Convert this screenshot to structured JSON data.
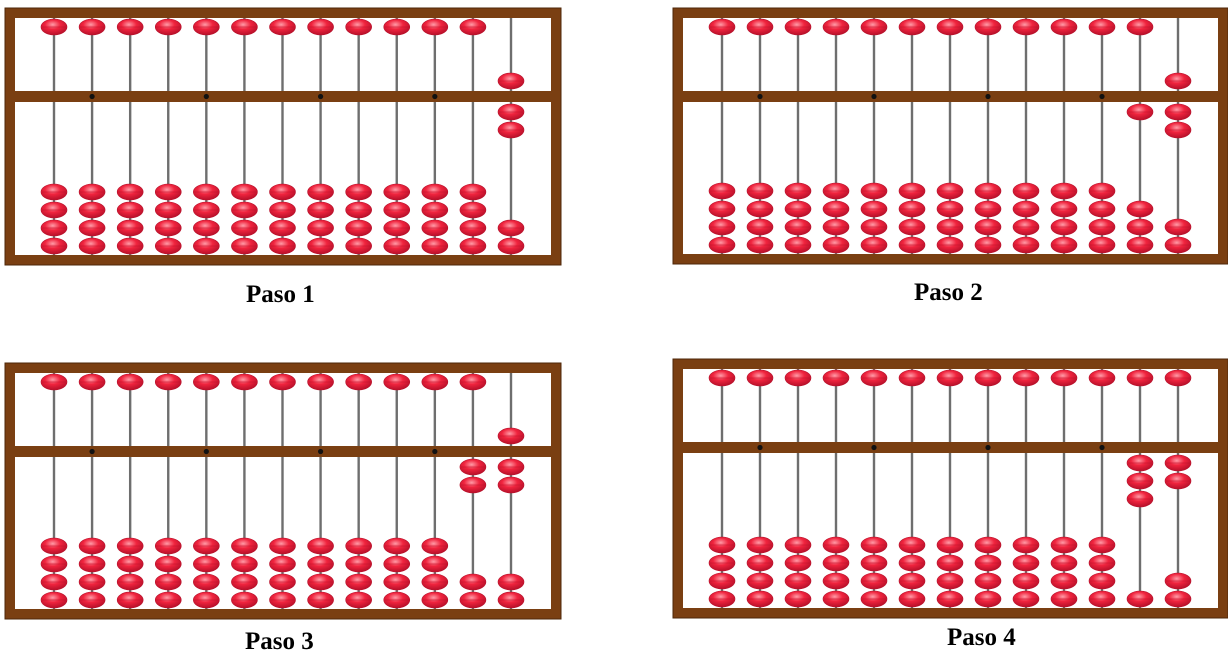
{
  "colors": {
    "frame": "#7a3f12",
    "frame_edge": "#4e2709",
    "rod": "#6e6e6e",
    "bead": "#f0243e",
    "bead_dark": "#b7102a",
    "bead_highlight": "#ff9aa6",
    "dot": "#111111",
    "background": "#ffffff"
  },
  "abacus": {
    "rods": 13,
    "upper_beads_per_rod": 1,
    "lower_beads_per_rod": 4,
    "unit_dots_every": 3,
    "bead_shape": "double-cone"
  },
  "steps": [
    {
      "caption": "Paso 1",
      "beads": [
        {
          "upper_down": false,
          "lower_up": 0
        },
        {
          "upper_down": false,
          "lower_up": 0
        },
        {
          "upper_down": false,
          "lower_up": 0
        },
        {
          "upper_down": false,
          "lower_up": 0
        },
        {
          "upper_down": false,
          "lower_up": 0
        },
        {
          "upper_down": false,
          "lower_up": 0
        },
        {
          "upper_down": false,
          "lower_up": 0
        },
        {
          "upper_down": false,
          "lower_up": 0
        },
        {
          "upper_down": false,
          "lower_up": 0
        },
        {
          "upper_down": false,
          "lower_up": 0
        },
        {
          "upper_down": false,
          "lower_up": 0
        },
        {
          "upper_down": false,
          "lower_up": 0
        },
        {
          "upper_down": true,
          "lower_up": 2
        }
      ]
    },
    {
      "caption": "Paso 2",
      "beads": [
        {
          "upper_down": false,
          "lower_up": 0
        },
        {
          "upper_down": false,
          "lower_up": 0
        },
        {
          "upper_down": false,
          "lower_up": 0
        },
        {
          "upper_down": false,
          "lower_up": 0
        },
        {
          "upper_down": false,
          "lower_up": 0
        },
        {
          "upper_down": false,
          "lower_up": 0
        },
        {
          "upper_down": false,
          "lower_up": 0
        },
        {
          "upper_down": false,
          "lower_up": 0
        },
        {
          "upper_down": false,
          "lower_up": 0
        },
        {
          "upper_down": false,
          "lower_up": 0
        },
        {
          "upper_down": false,
          "lower_up": 0
        },
        {
          "upper_down": false,
          "lower_up": 1
        },
        {
          "upper_down": true,
          "lower_up": 2
        }
      ]
    },
    {
      "caption": "Paso 3",
      "beads": [
        {
          "upper_down": false,
          "lower_up": 0
        },
        {
          "upper_down": false,
          "lower_up": 0
        },
        {
          "upper_down": false,
          "lower_up": 0
        },
        {
          "upper_down": false,
          "lower_up": 0
        },
        {
          "upper_down": false,
          "lower_up": 0
        },
        {
          "upper_down": false,
          "lower_up": 0
        },
        {
          "upper_down": false,
          "lower_up": 0
        },
        {
          "upper_down": false,
          "lower_up": 0
        },
        {
          "upper_down": false,
          "lower_up": 0
        },
        {
          "upper_down": false,
          "lower_up": 0
        },
        {
          "upper_down": false,
          "lower_up": 0
        },
        {
          "upper_down": false,
          "lower_up": 2
        },
        {
          "upper_down": true,
          "lower_up": 2
        }
      ]
    },
    {
      "caption": "Paso 4",
      "beads": [
        {
          "upper_down": false,
          "lower_up": 0
        },
        {
          "upper_down": false,
          "lower_up": 0
        },
        {
          "upper_down": false,
          "lower_up": 0
        },
        {
          "upper_down": false,
          "lower_up": 0
        },
        {
          "upper_down": false,
          "lower_up": 0
        },
        {
          "upper_down": false,
          "lower_up": 0
        },
        {
          "upper_down": false,
          "lower_up": 0
        },
        {
          "upper_down": false,
          "lower_up": 0
        },
        {
          "upper_down": false,
          "lower_up": 0
        },
        {
          "upper_down": false,
          "lower_up": 0
        },
        {
          "upper_down": false,
          "lower_up": 0
        },
        {
          "upper_down": false,
          "lower_up": 3
        },
        {
          "upper_down": false,
          "lower_up": 2
        }
      ]
    }
  ]
}
